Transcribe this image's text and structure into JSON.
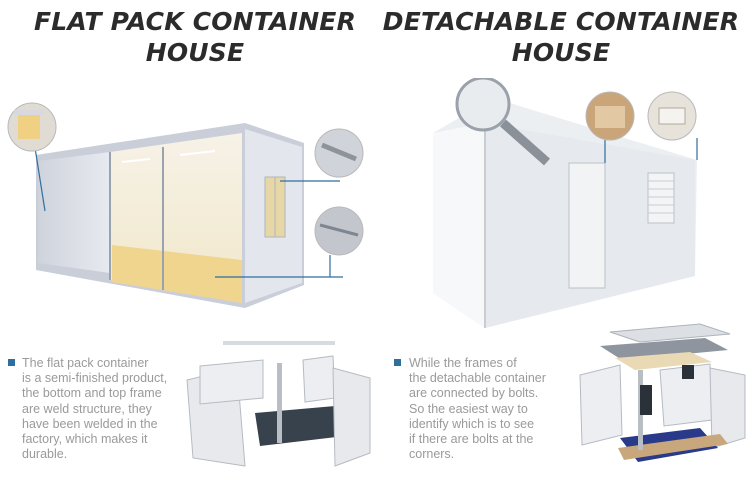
{
  "left": {
    "title_line1": "FLAT PACK CONTAINER",
    "title_line2": "HOUSE",
    "description": [
      "The flat pack container",
      "is a semi-finished product,",
      "the bottom and top frame",
      "are weld structure, they",
      "have been welded in the",
      "factory, which makes it",
      "durable."
    ]
  },
  "right": {
    "title_line1": "DETACHABLE CONTAINER",
    "title_line2": "HOUSE",
    "description": [
      "While the frames of",
      "the detachable container",
      "are connected by bolts.",
      "So the easiest way to",
      "identify which is to see",
      "if there are bolts at the",
      "corners."
    ]
  },
  "colors": {
    "accent": "#2f6f9f",
    "title": "#2b2b2b",
    "text": "#9a9a9a"
  }
}
